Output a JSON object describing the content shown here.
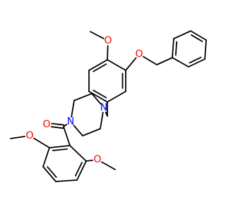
{
  "figure": {
    "type": "chemical-structure",
    "background": "#ffffff",
    "bond_color": "#000000"
  },
  "atom_labels": {
    "methoxy_o_top": "O",
    "benzyloxy_o": "O",
    "piperazine_n_top": "N",
    "piperazine_n_bottom": "N",
    "carbonyl_o": "O",
    "methoxy_o_left": "O",
    "methoxy_o_right": "O"
  },
  "atom_colors": {
    "O": "#ff0000",
    "N": "#0000ff"
  }
}
